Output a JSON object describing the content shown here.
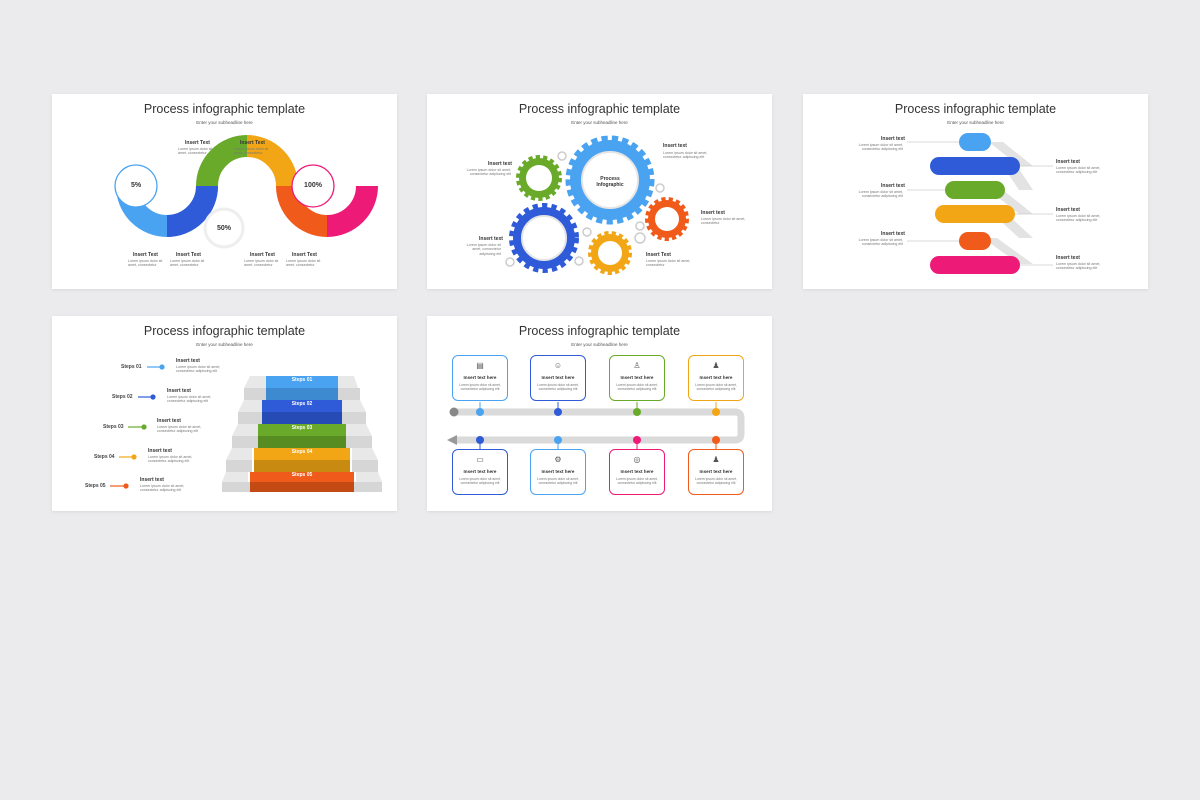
{
  "slides": [
    {
      "title": "Process infographic template",
      "subtitle": "Enter your subheadline here",
      "percent_labels": [
        "5%",
        "50%",
        "100%"
      ],
      "top_labels": [
        {
          "heading": "Insert Text",
          "text": "Lorem ipsum dolor sit amet, consectetur"
        },
        {
          "heading": "Insert Text",
          "text": "Lorem ipsum dolor sit amet, consectetur"
        }
      ],
      "bottom_labels": [
        {
          "heading": "Insert Text",
          "text": "Lorem ipsum dolor sit amet, consectetur"
        },
        {
          "heading": "Insert Text",
          "text": "Lorem ipsum dolor sit amet, consectetur"
        },
        {
          "heading": "Insert Text",
          "text": "Lorem ipsum dolor sit amet, consectetur"
        },
        {
          "heading": "Insert Text",
          "text": "Lorem ipsum dolor sit amet, consectetur"
        }
      ],
      "colors": [
        "#4aa3f0",
        "#2f5bd9",
        "#6aaa2a",
        "#f2a615",
        "#f05a1a",
        "#ee1a78"
      ]
    },
    {
      "title": "Process infographic template",
      "subtitle": "Enter your subheadline here",
      "center_label": "Process Infographic",
      "labels": [
        {
          "heading": "Insert text",
          "text": "Lorem ipsum dolor sit amet, consectetur adipiscing elit"
        },
        {
          "heading": "Insert text",
          "text": "Lorem ipsum dolor sit amet, consectetur adipiscing elit"
        },
        {
          "heading": "Insert text",
          "text": "Lorem ipsum dolor sit amet, consectetur"
        },
        {
          "heading": "Insert text",
          "text": "Lorem ipsum dolor sit amet, consectetur adipiscing elit"
        },
        {
          "heading": "Insert Text",
          "text": "Lorem ipsum dolor sit amet, consectetur"
        }
      ],
      "colors": [
        "#6aaa2a",
        "#4aa3f0",
        "#f05a1a",
        "#2f5bd9",
        "#f2a615"
      ]
    },
    {
      "title": "Process infographic template",
      "subtitle": "Enter your subheadline here",
      "left_labels": [
        {
          "heading": "Insert text",
          "text": "Lorem ipsum dolor sit amet, consectetur adipiscing elit"
        },
        {
          "heading": "Insert text",
          "text": "Lorem ipsum dolor sit amet, consectetur adipiscing elit"
        },
        {
          "heading": "Insert text",
          "text": "Lorem ipsum dolor sit amet, consectetur adipiscing elit"
        }
      ],
      "right_labels": [
        {
          "heading": "Insert text",
          "text": "Lorem ipsum dolor sit amet, consectetur adipiscing elit"
        },
        {
          "heading": "Insert text",
          "text": "Lorem ipsum dolor sit amet, consectetur adipiscing elit"
        },
        {
          "heading": "Insert text",
          "text": "Lorem ipsum dolor sit amet, consectetur adipiscing elit"
        }
      ],
      "colors": [
        "#4aa3f0",
        "#2f5bd9",
        "#6aaa2a",
        "#f2a615",
        "#f05a1a",
        "#ee1a78"
      ]
    },
    {
      "title": "Process infographic template",
      "subtitle": "Enter your subheadline here",
      "steps": [
        {
          "name": "Steps 01",
          "heading": "Insert text",
          "text": "Lorem ipsum dolor sit amet, consectetur adipiscing elit"
        },
        {
          "name": "Steps 02",
          "heading": "Insert text",
          "text": "Lorem ipsum dolor sit amet, consectetur adipiscing elit"
        },
        {
          "name": "Steps 03",
          "heading": "Insert text",
          "text": "Lorem ipsum dolor sit amet, consectetur adipiscing elit"
        },
        {
          "name": "Steps 04",
          "heading": "Insert text",
          "text": "Lorem ipsum dolor sit amet, consectetur adipiscing elit"
        },
        {
          "name": "Steps 05",
          "heading": "Insert text",
          "text": "Lorem ipsum dolor sit amet, consectetur adipiscing elit"
        }
      ],
      "bands": [
        "Steps 01",
        "Steps 02",
        "Steps 03",
        "Steps 04",
        "Steps 05"
      ],
      "colors": [
        "#4aa3f0",
        "#2f5bd9",
        "#6aaa2a",
        "#f2a615",
        "#f05a1a"
      ]
    },
    {
      "title": "Process infographic template",
      "subtitle": "Enter your subheadline here",
      "top_cards": [
        {
          "heading": "Insert text here",
          "text": "Lorem ipsum dolor sit amet, consectetur adipiscing elit"
        },
        {
          "heading": "Insert text here",
          "text": "Lorem ipsum dolor sit amet, consectetur adipiscing elit"
        },
        {
          "heading": "Insert text here",
          "text": "Lorem ipsum dolor sit amet, consectetur adipiscing elit"
        },
        {
          "heading": "Insert text here",
          "text": "Lorem ipsum dolor sit amet, consectetur adipiscing elit"
        }
      ],
      "bottom_cards": [
        {
          "heading": "Insert text here",
          "text": "Lorem ipsum dolor sit amet, consectetur adipiscing elit"
        },
        {
          "heading": "Insert text here",
          "text": "Lorem ipsum dolor sit amet, consectetur adipiscing elit"
        },
        {
          "heading": "Insert text here",
          "text": "Lorem ipsum dolor sit amet, consectetur adipiscing elit"
        },
        {
          "heading": "Insert text here",
          "text": "Lorem ipsum dolor sit amet, consectetur adipiscing elit"
        }
      ],
      "top_colors": [
        "#4aa3f0",
        "#2f5bd9",
        "#6aaa2a",
        "#f2a615"
      ],
      "bottom_colors": [
        "#2f5bd9",
        "#4aa3f0",
        "#ee1a78",
        "#f05a1a"
      ]
    }
  ]
}
